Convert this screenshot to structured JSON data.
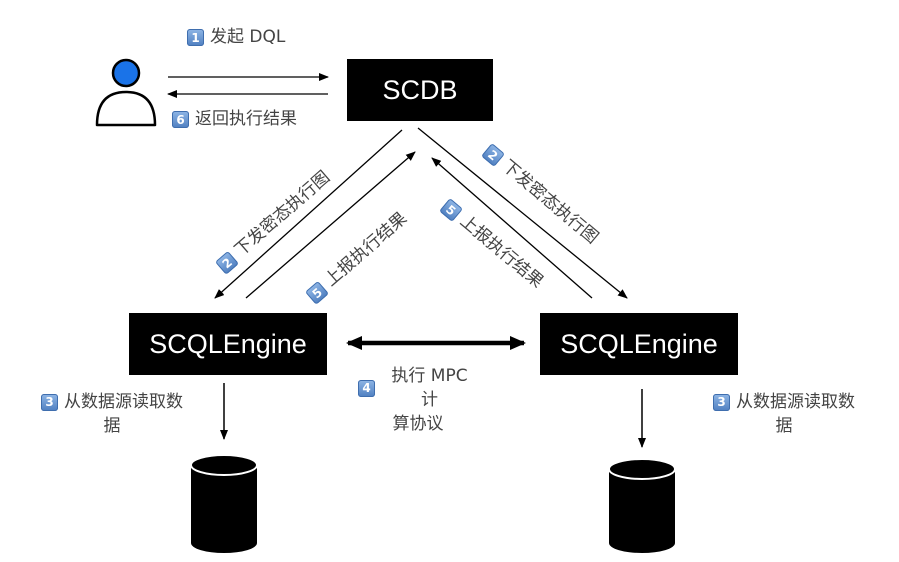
{
  "nodes": {
    "scdb": "SCDB",
    "engine_left": "SCQLEngine",
    "engine_right": "SCQLEngine"
  },
  "steps": {
    "s1": {
      "num": "1",
      "text": "发起 DQL"
    },
    "s6": {
      "num": "6",
      "text": "返回执行结果"
    },
    "s2_left": {
      "num": "2",
      "text": "下发密态执行图"
    },
    "s5_left": {
      "num": "5",
      "text": "上报执行结果"
    },
    "s2_right": {
      "num": "2",
      "text": "下发密态执行图"
    },
    "s5_right": {
      "num": "5",
      "text": "上报执行结果"
    },
    "s4": {
      "num": "4",
      "text_line1": "执行 MPC 计",
      "text_line2": "算协议"
    },
    "s3_left": {
      "num": "3",
      "text_line1": "从数据源读取数",
      "text_line2": "据"
    },
    "s3_right": {
      "num": "3",
      "text_line1": "从数据源读取数",
      "text_line2": "据"
    }
  },
  "icons": {
    "user": "user-icon",
    "database": "database-cylinder-icon"
  },
  "colors": {
    "box_bg": "#000000",
    "box_text": "#ffffff",
    "user_head": "#1a73e8",
    "badge": "#5b8bd0"
  }
}
